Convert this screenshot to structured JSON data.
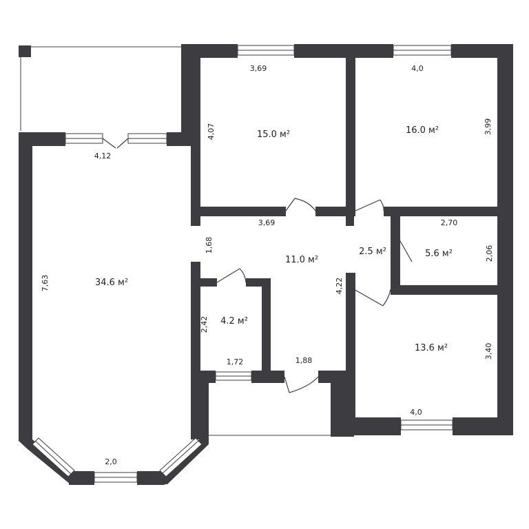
{
  "rooms": {
    "living": {
      "area": "34.6 м²"
    },
    "bedroom_top_left": {
      "area": "15.0 м²"
    },
    "bedroom_top_right": {
      "area": "16.0 м²"
    },
    "hall": {
      "area": "11.0 м²"
    },
    "corridor_small": {
      "area": "2.5 м²"
    },
    "bath": {
      "area": "5.6 м²"
    },
    "wc": {
      "area": "4.2 м²"
    },
    "bedroom_bottom_right": {
      "area": "13.6 м²"
    }
  },
  "dimensions": {
    "d369_top": "3,69",
    "d40_top": "4,0",
    "d407": "4,07",
    "d399": "3,99",
    "d412": "4,12",
    "d369_mid": "3,69",
    "d270": "2,70",
    "d168": "1,68",
    "d206": "2,06",
    "d763": "7,63",
    "d422": "4,22",
    "d242": "2,42",
    "d172": "1,72",
    "d188": "1,88",
    "d340": "3,40",
    "d40_bottom": "4,0",
    "d20": "2,0"
  }
}
